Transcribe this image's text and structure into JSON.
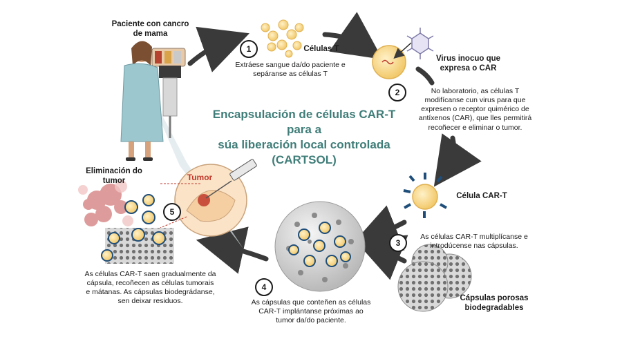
{
  "title": "Encapsulación de células CAR-T para a súa liberación local controlada (CARTSOL)",
  "title_lines": [
    "Encapsulación de células CAR-T para a",
    "súa liberación local controlada",
    "(CARTSOL)"
  ],
  "patient_label_lines": [
    "Paciente con cancro",
    "de mama"
  ],
  "steps": [
    {
      "number": "1",
      "label": "Células T",
      "text_lines": [
        "Extráese sangue da/do paciente e",
        "sepáranse as células T"
      ]
    },
    {
      "number": "2",
      "label_lines": [
        "Virus inocuo que",
        "expresa o CAR"
      ],
      "text_lines": [
        "No laboratorio, as células T",
        "modifícanse cun virus para que",
        "expresen o receptor quimérico de",
        "antíxenos (CAR), que lles permitirá",
        "recoñecer e eliminar o tumor."
      ]
    },
    {
      "number": "3",
      "label": "Célula CAR-T",
      "text_lines": [
        "As células CAR-T multiplícanse e",
        "introdúcense nas cápsulas."
      ],
      "capsule_label_lines": [
        "Cápsulas porosas",
        "biodegradables"
      ]
    },
    {
      "number": "4",
      "text_lines": [
        "As cápsulas que conteñen as células",
        "CAR-T implántanse próximas ao",
        "tumor da/do paciente."
      ]
    },
    {
      "number": "5",
      "label_lines": [
        "Eliminación do",
        "tumor"
      ],
      "text_lines": [
        "As células CAR-T saen gradualmente da",
        "cápsula, recoñecen as células tumorais",
        "e mátanas. As cápsulas biodegrádanse,",
        "sen deixar residuos."
      ]
    }
  ],
  "tumor_label": "Tumor",
  "colors": {
    "title": "#3f7d78",
    "tumor_label": "#c0392b",
    "arrow": "#3a3a3a",
    "tcell": "#f6d98a",
    "receptor": "#1f4e7a"
  }
}
